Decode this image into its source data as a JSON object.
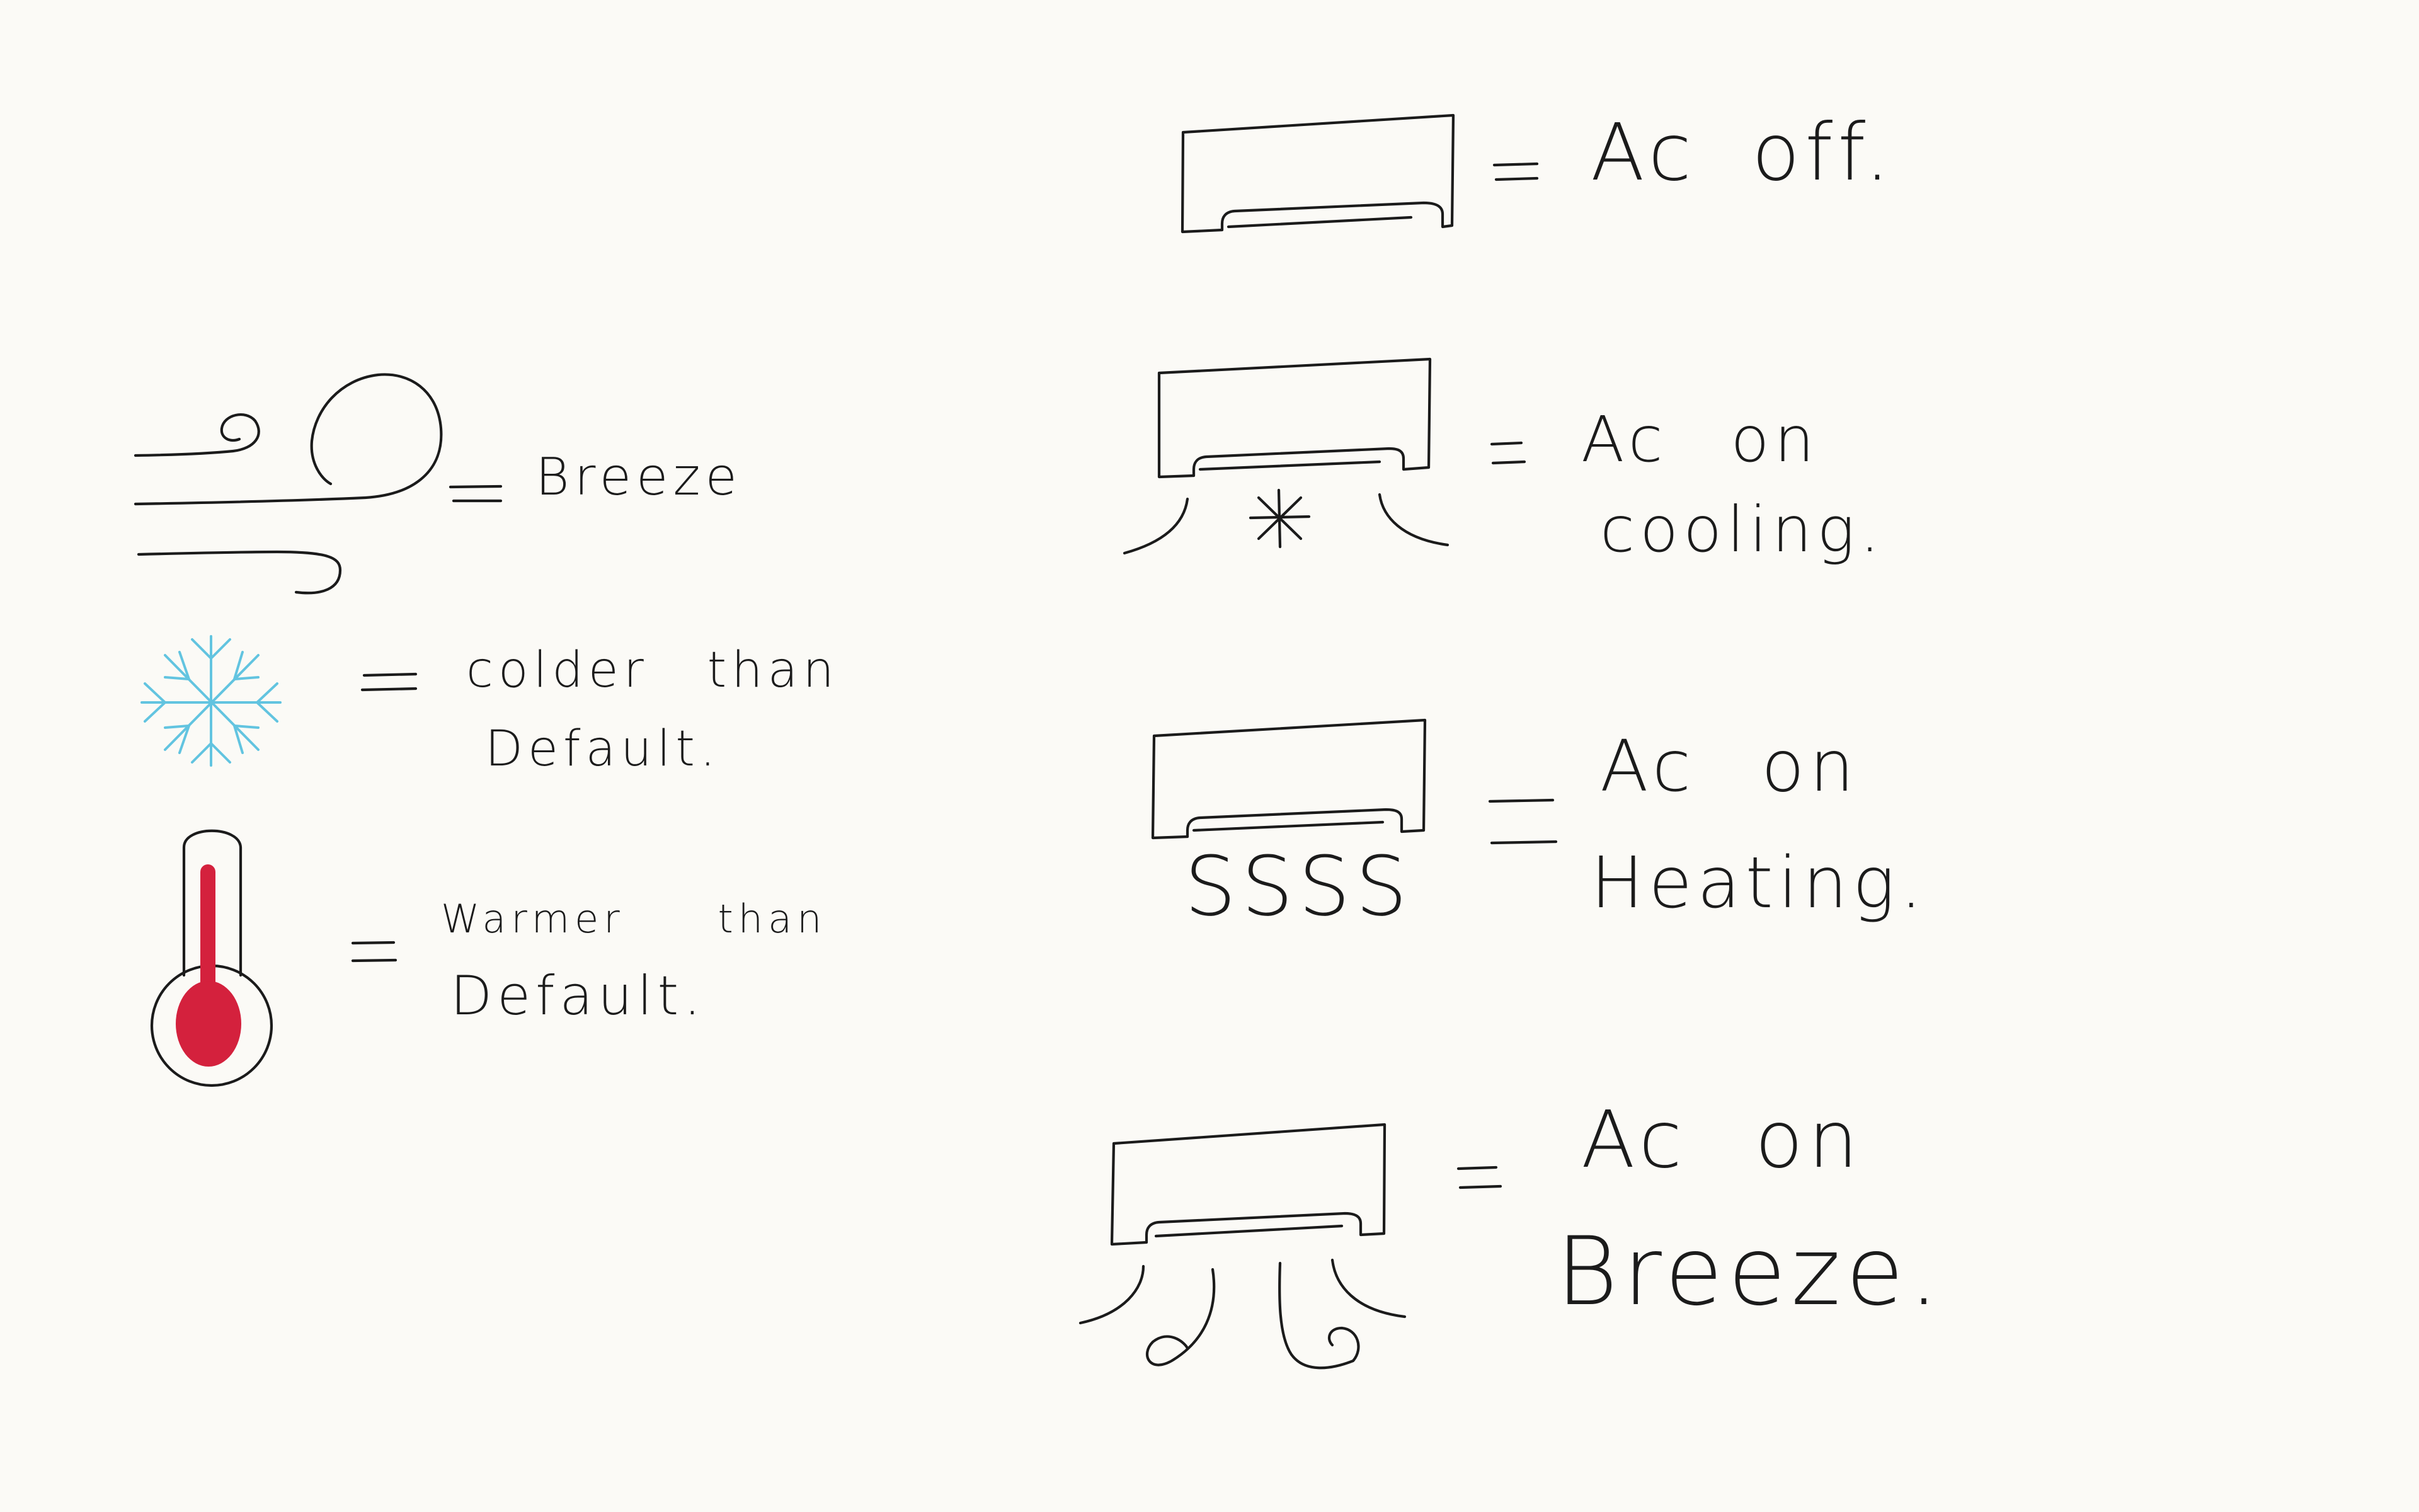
{
  "legend": {
    "breeze": {
      "label": "Breeze",
      "icon": "breeze-icon"
    },
    "cold": {
      "line1": "colder than",
      "line2": "Default.",
      "icon": "snowflake-icon",
      "color": "#62c4e0"
    },
    "warm": {
      "line1": "Warmer than",
      "line2": "Default.",
      "icon": "thermometer-icon",
      "color": "#d4213d"
    }
  },
  "states": {
    "off": {
      "line1": "Ac off."
    },
    "cooling": {
      "line1": "Ac on",
      "line2": "cooling."
    },
    "heating": {
      "line1": "Ac on",
      "line2": "Heating.",
      "marks": "SSSS"
    },
    "breeze": {
      "line1": "Ac on",
      "line2": "Breeze."
    }
  }
}
